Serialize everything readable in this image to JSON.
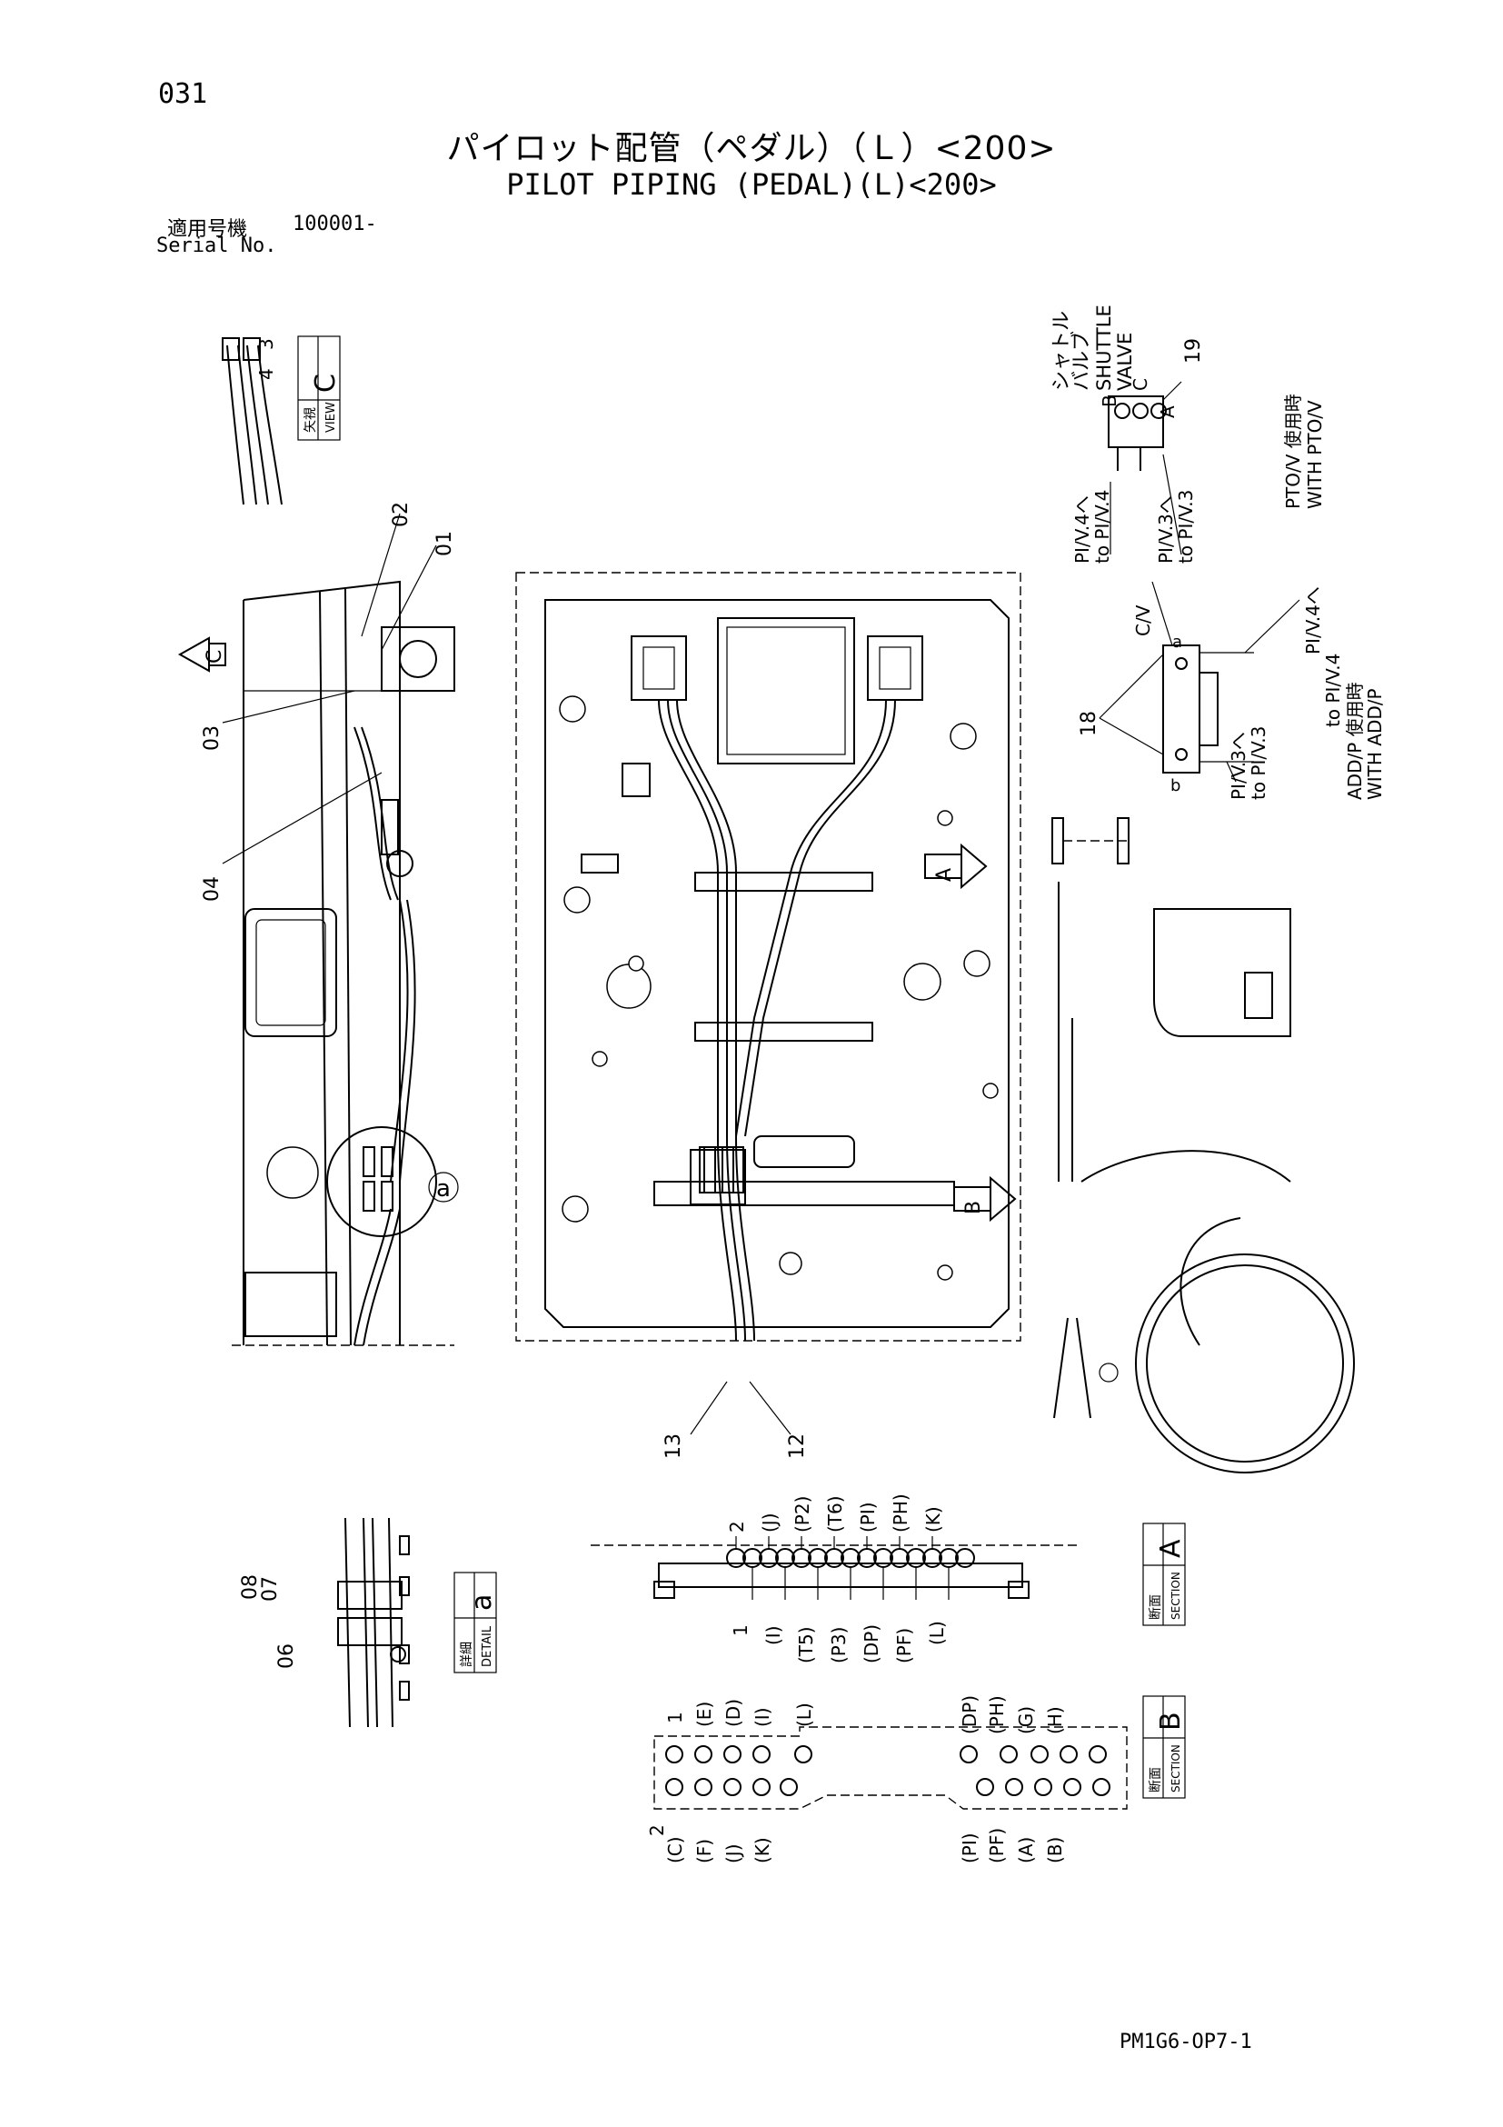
{
  "header": {
    "page_number": "031",
    "title_ja": "パイロット配管（ペダル）（Ｌ）<200>",
    "title_en": "PILOT PIPING (PEDAL)(L)<200>",
    "serial_label_ja": "適用号機",
    "serial_value": "100001-",
    "serial_label_en": "Serial No."
  },
  "views": {
    "view_c": {
      "ja": "矢視",
      "en": "VIEW",
      "letter": "C"
    },
    "detail_a": {
      "ja": "詳細",
      "en": "DETAIL",
      "letter": "a"
    },
    "section_a": {
      "ja": "断面",
      "en": "SECTION",
      "letter": "A"
    },
    "section_b": {
      "ja": "断面",
      "en": "SECTION",
      "letter": "B"
    }
  },
  "arrows": {
    "a": "A",
    "b": "B",
    "c": "C"
  },
  "callouts": {
    "p01": "01",
    "p02": "02",
    "p03": "03",
    "p04": "04",
    "p06": "06",
    "p07": "07",
    "p08": "08",
    "p12": "12",
    "p13": "13",
    "p18": "18",
    "p19": "19",
    "v3": "3",
    "v4": "4",
    "detail_circle": "a"
  },
  "notes": {
    "shuttle_ja": "シャトル",
    "shuttle_ja2": "バルブ",
    "shuttle_en1": "SHUTTLE",
    "shuttle_en2": "VALVE",
    "pto_ja": "PTO/V 使用時",
    "pto_en": "WITH PTO/V",
    "pi_v4_ja": "PI/V.4へ",
    "pi_v4_en": "to PI/V.4",
    "pi_v3_ja": "PI/V.3へ",
    "pi_v3_en": "to PI/V.3",
    "cv": "C/V",
    "add_ja": "ADD/P 使用時",
    "add_en": "WITH ADD/P",
    "port_a": "A",
    "port_b": "B",
    "port_c": "C",
    "port_small_a": "a",
    "port_small_b": "b"
  },
  "section_a_ports": {
    "top": [
      "2",
      "(J)",
      "(P2)",
      "(T6)",
      "(PI)",
      "(PH)",
      "(K)"
    ],
    "bottom": [
      "1",
      "(I)",
      "(T5)",
      "(P3)",
      "(DP)",
      "(PF)",
      "(L)"
    ]
  },
  "section_b_ports": {
    "left_top": [
      "1",
      "(E)",
      "(D)",
      "(I)",
      "(L)"
    ],
    "left_bottom": [
      "2",
      "(C)",
      "(F)",
      "(J)",
      "(K)"
    ],
    "right_top": [
      "(DP)",
      "(PH)",
      "(G)",
      "(H)"
    ],
    "right_bottom": [
      "(PI)",
      "(PF)",
      "(A)",
      "(B)"
    ]
  },
  "footer": {
    "doc_code": "PM1G6-OP7-1"
  }
}
